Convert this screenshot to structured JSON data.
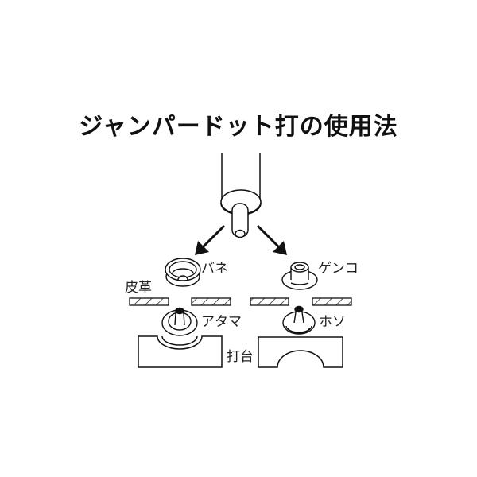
{
  "title": "ジャンパードット打の使用法",
  "labels": {
    "bane": "バネ",
    "kawa": "皮革",
    "genko": "ゲンコ",
    "atama": "アタマ",
    "hoso": "ホソ",
    "uchidai": "打台"
  },
  "colors": {
    "stroke": "#111111",
    "background": "#ffffff"
  }
}
